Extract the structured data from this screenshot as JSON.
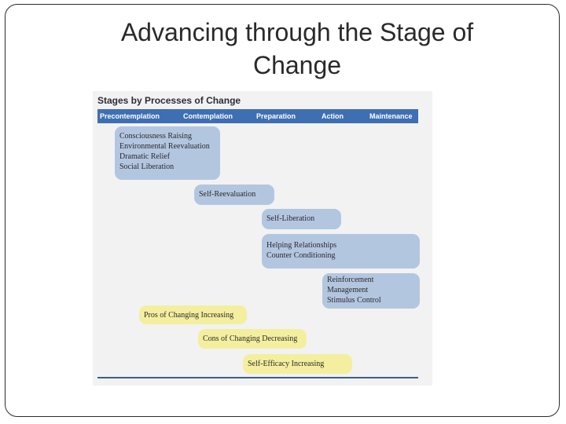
{
  "slide": {
    "title_lines": [
      "Advancing through the Stage of",
      "Change"
    ]
  },
  "figure": {
    "title": "Stages by Processes of Change",
    "stages": [
      "Precontemplation",
      "Contemplation",
      "Preparation",
      "Action",
      "Maintenance"
    ],
    "processes": [
      {
        "lines": [
          "Consciousness Raising",
          "Environmental Reevaluation",
          "Dramatic Relief",
          "Social Liberation"
        ]
      },
      {
        "lines": [
          "Self-Reevaluation"
        ]
      },
      {
        "lines": [
          "Self-Liberation"
        ]
      },
      {
        "lines": [
          "Helping Relationships",
          "Counter Conditioning"
        ]
      },
      {
        "lines": [
          "Reinforcement",
          "Management",
          "Stimulus Control"
        ]
      }
    ],
    "trends": [
      {
        "label": "Pros of Changing Increasing"
      },
      {
        "label": "Cons of Changing Decreasing"
      },
      {
        "label": "Self-Efficacy Increasing"
      }
    ],
    "colors": {
      "stage_bar": "#3f6fb3",
      "process_box": "#b3c6e0",
      "trend_box": "#f3ef9f"
    }
  }
}
